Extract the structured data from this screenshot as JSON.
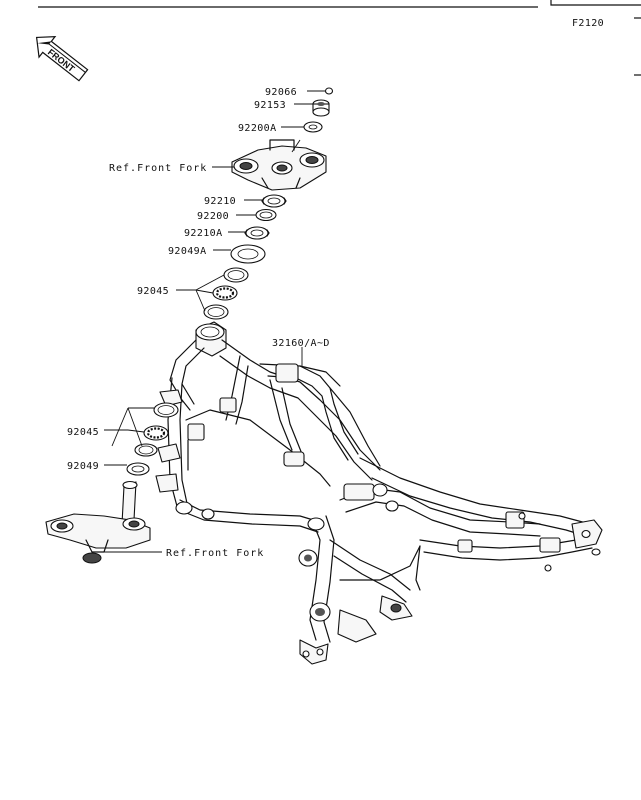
{
  "page": {
    "diagram_code": "F2120",
    "front_label": "FRONT"
  },
  "labels": {
    "p92066": "92066",
    "p92153": "92153",
    "p92200A": "92200A",
    "ref_front_fork_top": "Ref.Front Fork",
    "p92210": "92210",
    "p92200": "92200",
    "p92210A": "92210A",
    "p92049A": "92049A",
    "p92045_upper": "92045",
    "p32160": "32160/A~D",
    "p92045_lower": "92045",
    "p92049": "92049",
    "ref_front_fork_bottom": "Ref.Front Fork"
  }
}
